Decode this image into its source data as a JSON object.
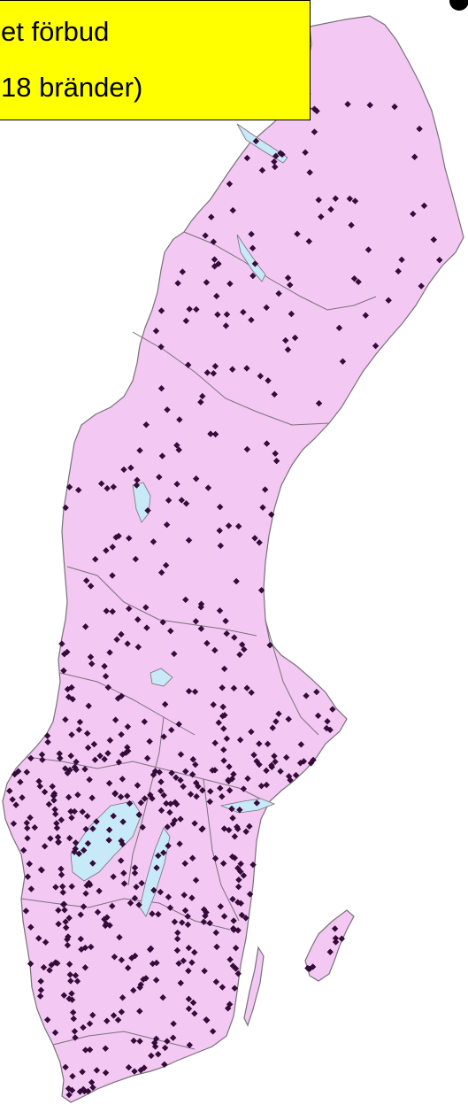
{
  "legend": {
    "line1": "et förbud",
    "line2": "18 bränder)"
  },
  "colors": {
    "land": "#f3c9f3",
    "border": "#7a6f7a",
    "water": "#c8e9f8",
    "fire_point": "#3a0a3e",
    "legend_bg": "#ffff00"
  },
  "map": {
    "icon": "fire-location-marker"
  }
}
